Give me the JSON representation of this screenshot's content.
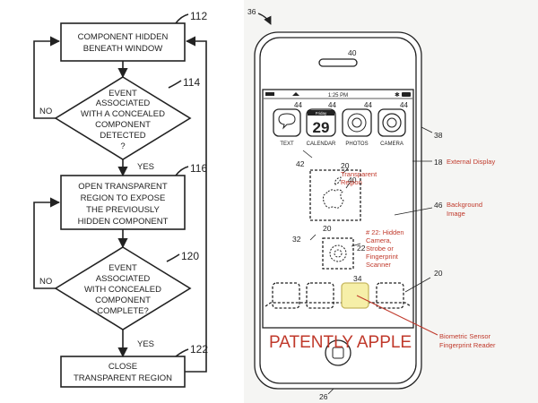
{
  "flowchart": {
    "refs": {
      "box1": "112",
      "dec1": "114",
      "box2": "116",
      "dec2": "120",
      "box3": "122"
    },
    "box1_lines": [
      "COMPONENT HIDDEN",
      "BENEATH WINDOW"
    ],
    "dec1_lines": [
      "EVENT",
      "ASSOCIATED",
      "WITH A CONCEALED",
      "COMPONENT",
      "DETECTED",
      "?"
    ],
    "box2_lines": [
      "OPEN TRANSPARENT",
      "REGION  TO EXPOSE",
      "THE PREVIOUSLY",
      "HIDDEN COMPONENT"
    ],
    "dec2_lines": [
      "EVENT",
      "ASSOCIATED",
      "WITH CONCEALED",
      "COMPONENT",
      "COMPLETE?"
    ],
    "box3_lines": [
      "CLOSE",
      "TRANSPARENT REGION"
    ],
    "yes_label": "YES",
    "no_label": "NO"
  },
  "phone": {
    "figure_ref": "36",
    "speaker_ref": "40",
    "time": "1:25 PM",
    "apps": [
      {
        "label": "TEXT",
        "ref": "44"
      },
      {
        "label": "CALENDAR",
        "ref": "44",
        "day": "29",
        "weekday": "Friday"
      },
      {
        "label": "PHOTOS",
        "ref": "44"
      },
      {
        "label": "CAMERA",
        "ref": "44"
      }
    ],
    "refs": {
      "r38": "38",
      "r18": "18",
      "r42": "42",
      "r20a": "20",
      "r40b": "40",
      "r46": "46",
      "r20b": "20",
      "r22": "22",
      "r32": "32",
      "r20c": "20",
      "r34": "34",
      "r26": "26"
    },
    "annotations": {
      "external_display": "External Display",
      "transparent_region": [
        "Transparent",
        "Region"
      ],
      "background_image": [
        "Background",
        "Image"
      ],
      "hidden_camera": [
        "# 22: Hidden",
        "Camera,",
        "Strobe or",
        "Fingerprint",
        "Scanner"
      ],
      "biometric": [
        "Biometric Sensor",
        "Fingerprint Reader"
      ]
    },
    "watermark": "PATENTLY APPLE"
  },
  "colors": {
    "line": "#222222",
    "annotation": "#c0392b",
    "highlight": "#f6efa8"
  }
}
